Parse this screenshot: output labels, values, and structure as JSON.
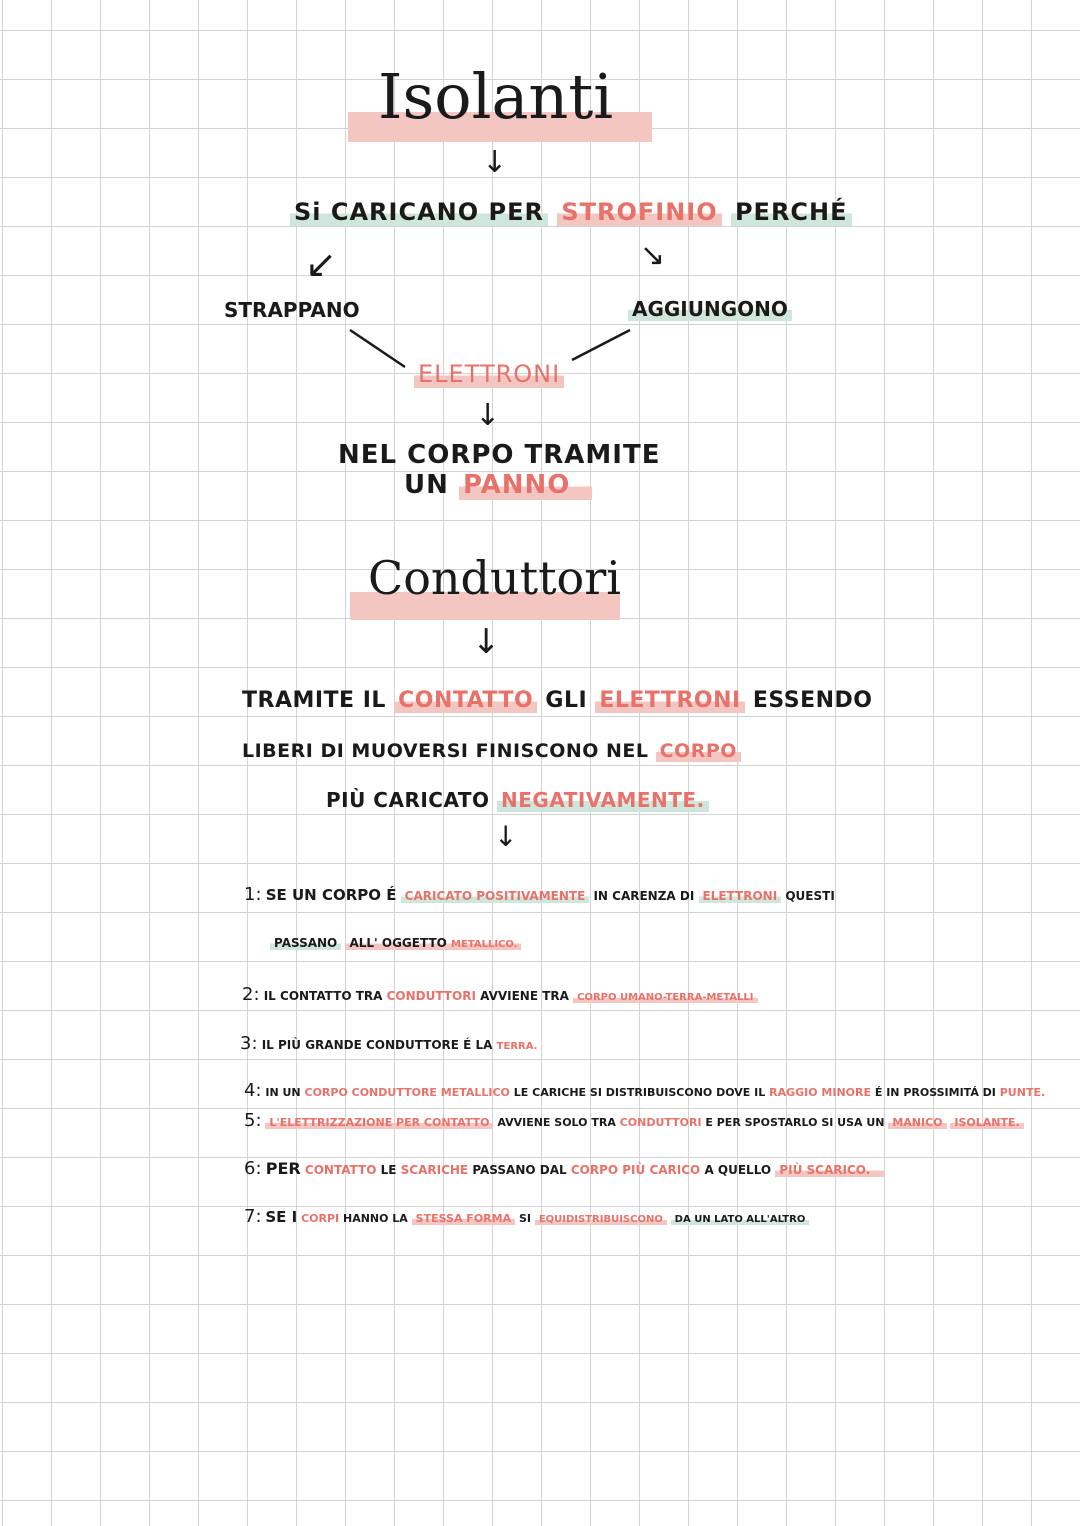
{
  "isolanti": {
    "title": "Isolanti",
    "line1": {
      "a": "Si CARICANO PER",
      "b": "STROFINIO",
      "c": "PERCHÉ"
    },
    "left": "STRAPPANO",
    "right": "AGGIUNGONO",
    "center": "ELETTRONI",
    "bottom1": "NEL CORPO TRAMITE",
    "bottom2a": "UN",
    "bottom2b": "PANNO"
  },
  "conduttori": {
    "title": "Conduttori",
    "p1": {
      "a": "TRAMITE IL",
      "b": "CONTATTO",
      "c": "GLI",
      "d": "ELETTRONI",
      "e": "ESSENDO"
    },
    "p2": {
      "a": "LIBERI DI MUOVERSI FINISCONO NEL",
      "b": "CORPO"
    },
    "p3": {
      "a": "PIÙ CARICATO",
      "b": "NEGATIVAMENTE."
    }
  },
  "notes": {
    "n1": {
      "num": "1:",
      "a": "SE UN CORPO É",
      "b": "CARICATO POSITIVAMENTE",
      "c": "IN CARENZA DI",
      "d": "ELETTRONI",
      "e": "QUESTI",
      "f": "PASSANO",
      "g": "ALL' OGGETTO",
      "h": "METALLICO."
    },
    "n2": {
      "num": "2:",
      "a": "IL CONTATTO TRA",
      "b": "CONDUTTORI",
      "c": "AVVIENE TRA",
      "d": "CORPO UMANO-TERRA-METALLI"
    },
    "n3": {
      "num": "3:",
      "a": "IL PIÙ GRANDE CONDUTTORE É LA",
      "b": "TERRA."
    },
    "n4": {
      "num": "4:",
      "a": "IN UN",
      "b": "CORPO CONDUTTORE METALLICO",
      "c": "LE CARICHE SI DISTRIBUISCONO DOVE IL",
      "d": "RAGGIO MINORE",
      "e": "É IN PROSSIMITÁ DI",
      "f": "PUNTE."
    },
    "n5": {
      "num": "5:",
      "a": "L'ELETTRIZZAZIONE PER CONTATTO",
      "b": "AVVIENE SOLO TRA",
      "c": "CONDUTTORI",
      "d": "E PER SPOSTARLO SI USA UN",
      "e": "MANICO",
      "f": "ISOLANTE."
    },
    "n6": {
      "num": "6:",
      "a": "PER",
      "b": "CONTATTO",
      "c": "LE",
      "d": "SCARICHE",
      "e": "PASSANO DAL",
      "f": "CORPO PIÙ CARICO",
      "g": "A QUELLO",
      "h": "PIÙ SCARICO."
    },
    "n7": {
      "num": "7:",
      "a": "SE I",
      "b": "CORPI",
      "c": "HANNO LA",
      "d": "STESSA FORMA",
      "e": "SI",
      "f": "EQUIDISTRIBUISCONO",
      "g": "DA UN LATO ALL'ALTRO"
    }
  },
  "arrows": {
    "down": "↓",
    "down_left": "↙",
    "down_right": "↘"
  },
  "colors": {
    "accent_red": "#e8726a",
    "highlight_pink": "#f4c6c2",
    "highlight_green": "#cfe6dc",
    "grid": "#d3d3d3",
    "ink": "#1a1a1a"
  }
}
